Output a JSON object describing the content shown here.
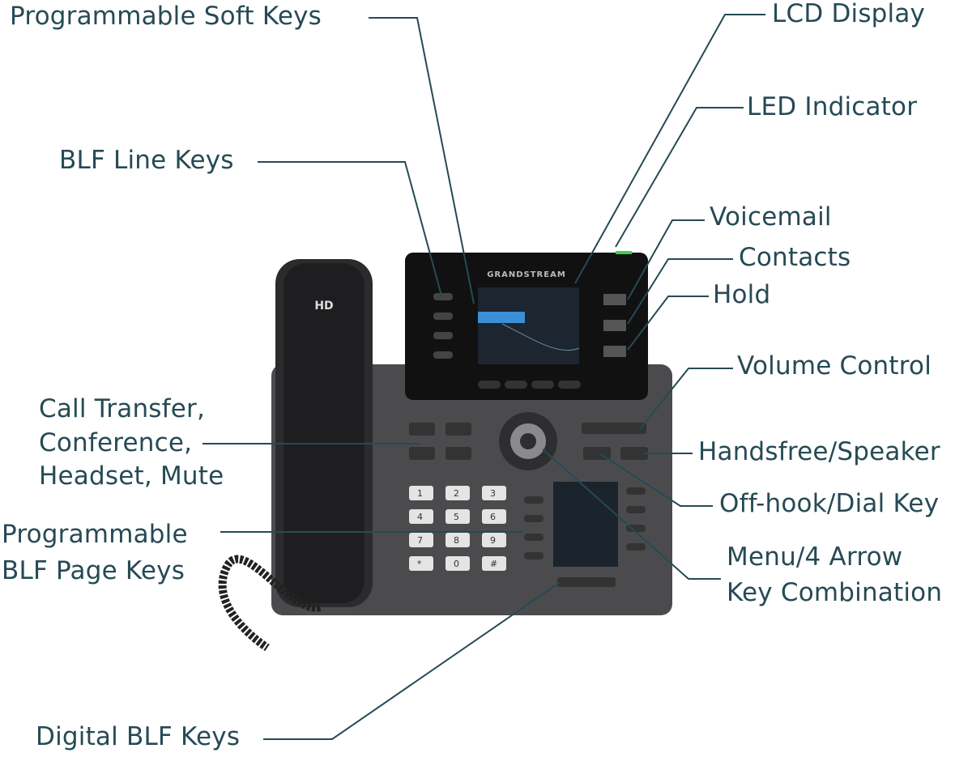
{
  "labels": {
    "soft_keys": "Programmable Soft Keys",
    "lcd": "LCD Display",
    "led": "LED Indicator",
    "blf_line": "BLF Line Keys",
    "voicemail": "Voicemail",
    "contacts": "Contacts",
    "hold": "Hold",
    "volume": "Volume Control",
    "call_transfer_1": "Call Transfer,",
    "call_transfer_2": "Conference,",
    "call_transfer_3": "Headset, Mute",
    "handsfree": "Handsfree/Speaker",
    "offhook": "Off-hook/Dial Key",
    "blf_page_1": "Programmable",
    "blf_page_2": "BLF Page Keys",
    "menu_1": "Menu/4 Arrow",
    "menu_2": "Key Combination",
    "digital_blf": "Digital BLF Keys"
  },
  "phone": {
    "brand": "GRANDSTREAM",
    "handset_mark": "HD",
    "keypad": [
      "1",
      "2",
      "3",
      "4",
      "5",
      "6",
      "7",
      "8",
      "9",
      "*",
      "0",
      "#"
    ]
  },
  "colors": {
    "label": "#264a55",
    "body": "#4a4a4a",
    "led": "#3ccf4e",
    "screen_highlight": "#3b8fd6"
  }
}
